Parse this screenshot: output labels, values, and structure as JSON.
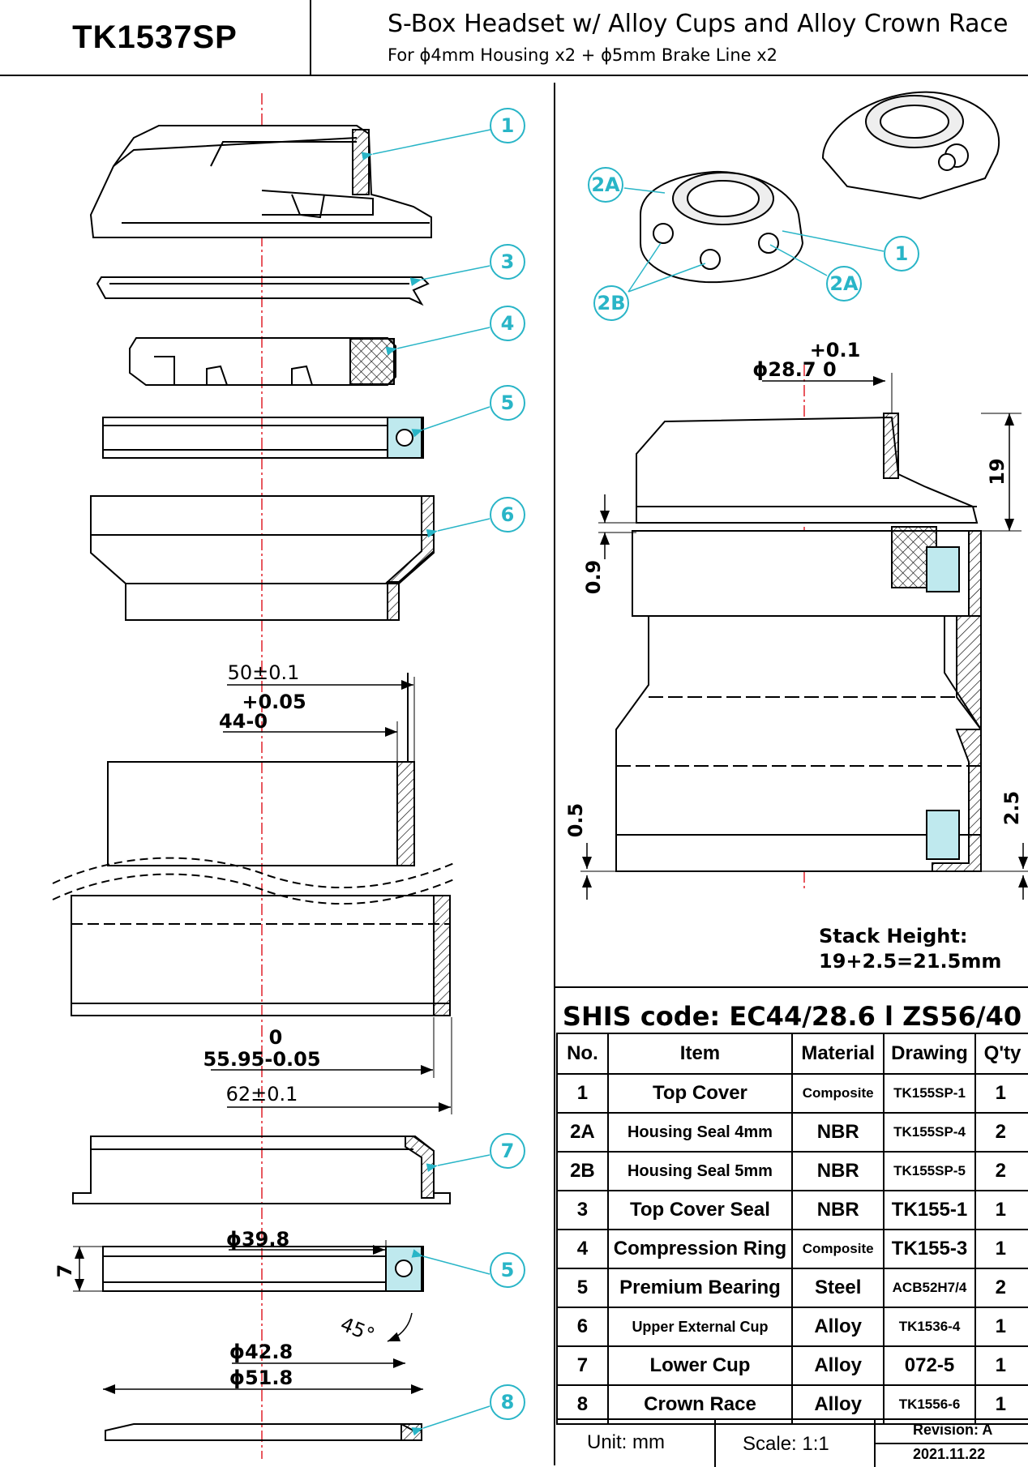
{
  "header": {
    "part_number": "TK1537SP",
    "title": "S-Box Headset w/ Alloy Cups and Alloy Crown Race",
    "subtitle": "For ϕ4mm Housing x2 + ϕ5mm Brake Line x2"
  },
  "callouts": {
    "c1": "1",
    "c3": "3",
    "c4": "4",
    "c5a": "5",
    "c6": "6",
    "c7": "7",
    "c5b": "5",
    "c8": "8",
    "r2a_top": "2A",
    "r2a_bottom": "2A",
    "r1": "1",
    "r2b": "2B"
  },
  "dimensions": {
    "d50": "50±0.1",
    "d44_tol": "+0.05",
    "d44": "44-0",
    "d5595_tol": "0",
    "d5595": "55.95-0.05",
    "d62": "62±0.1",
    "d398": "ϕ39.8",
    "d7": "7",
    "d45": "45°",
    "d428": "ϕ42.8",
    "d518": "ϕ51.8",
    "d287_tol": "+0.1",
    "d287": "ϕ28.7 0",
    "d19": "19",
    "d09": "0.9",
    "d05": "0.5",
    "d25": "2.5"
  },
  "stack_height": {
    "line1": "Stack Height:",
    "line2": "19+2.5=21.5mm"
  },
  "shis_code": "SHIS code: EC44/28.6 l ZS56/40",
  "bom": {
    "headers": [
      "No.",
      "Item",
      "Material",
      "Drawing",
      "Q'ty"
    ],
    "rows": [
      [
        "1",
        "Top Cover",
        "Composite",
        "TK155SP-1",
        "1"
      ],
      [
        "2A",
        "Housing Seal 4mm",
        "NBR",
        "TK155SP-4",
        "2"
      ],
      [
        "2B",
        "Housing Seal 5mm",
        "NBR",
        "TK155SP-5",
        "2"
      ],
      [
        "3",
        "Top Cover Seal",
        "NBR",
        "TK155-1",
        "1"
      ],
      [
        "4",
        "Compression Ring",
        "Composite",
        "TK155-3",
        "1"
      ],
      [
        "5",
        "Premium Bearing",
        "Steel",
        "ACB52H7/4",
        "2"
      ],
      [
        "6",
        "Upper External Cup",
        "Alloy",
        "TK1536-4",
        "1"
      ],
      [
        "7",
        "Lower Cup",
        "Alloy",
        "072-5",
        "1"
      ],
      [
        "8",
        "Crown Race",
        "Alloy",
        "TK1556-6",
        "1"
      ]
    ]
  },
  "footer": {
    "unit": "Unit: mm",
    "scale": "Scale: 1:1",
    "revision": "Revision: A",
    "date": "2021.11.22"
  },
  "colors": {
    "callout": "#29b5c7",
    "centerline": "#e0202a",
    "bearing": "#bfe9ee"
  }
}
